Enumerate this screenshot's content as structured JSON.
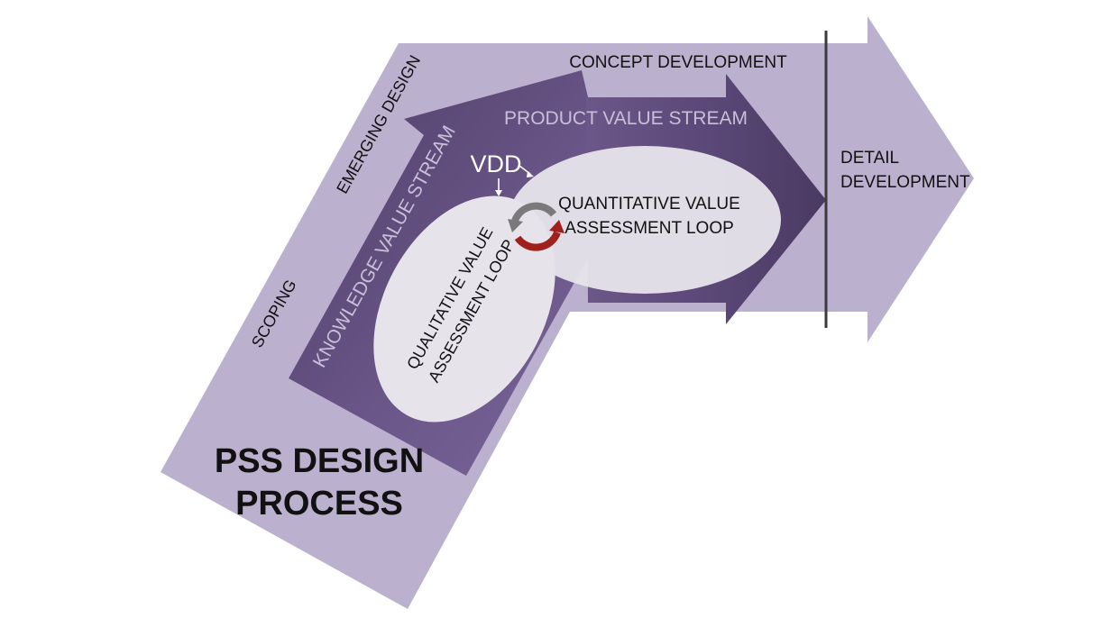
{
  "diagram": {
    "title_line1": "PSS DESIGN",
    "title_line2": "PROCESS",
    "stages": {
      "scoping": "SCOPING",
      "emerging_design": "EMERGING DESIGN",
      "concept_development": "CONCEPT DEVELOPMENT",
      "detail_development_line1": "DETAIL",
      "detail_development_line2": "DEVELOPMENT"
    },
    "streams": {
      "knowledge": "KNOWLEDGE VALUE STREAM",
      "product": "PRODUCT VALUE STREAM"
    },
    "vdd": "VDD",
    "loops": {
      "qualitative_line1": "QUALITATIVE VALUE",
      "qualitative_line2": "ASSESSMENT LOOP",
      "quantitative_line1": "QUANTITATIVE VALUE",
      "quantitative_line2": "ASSESSMENT LOOP"
    },
    "colors": {
      "outer_arrow": "#bcb0cf",
      "inner_dark": "#55436d",
      "inner_mid": "#6e5a8c",
      "ellipse": "#e6e3ea",
      "separator": "#3b3b3b",
      "cycle_gray": "#7a7a7a",
      "cycle_red": "#a0201c"
    }
  }
}
